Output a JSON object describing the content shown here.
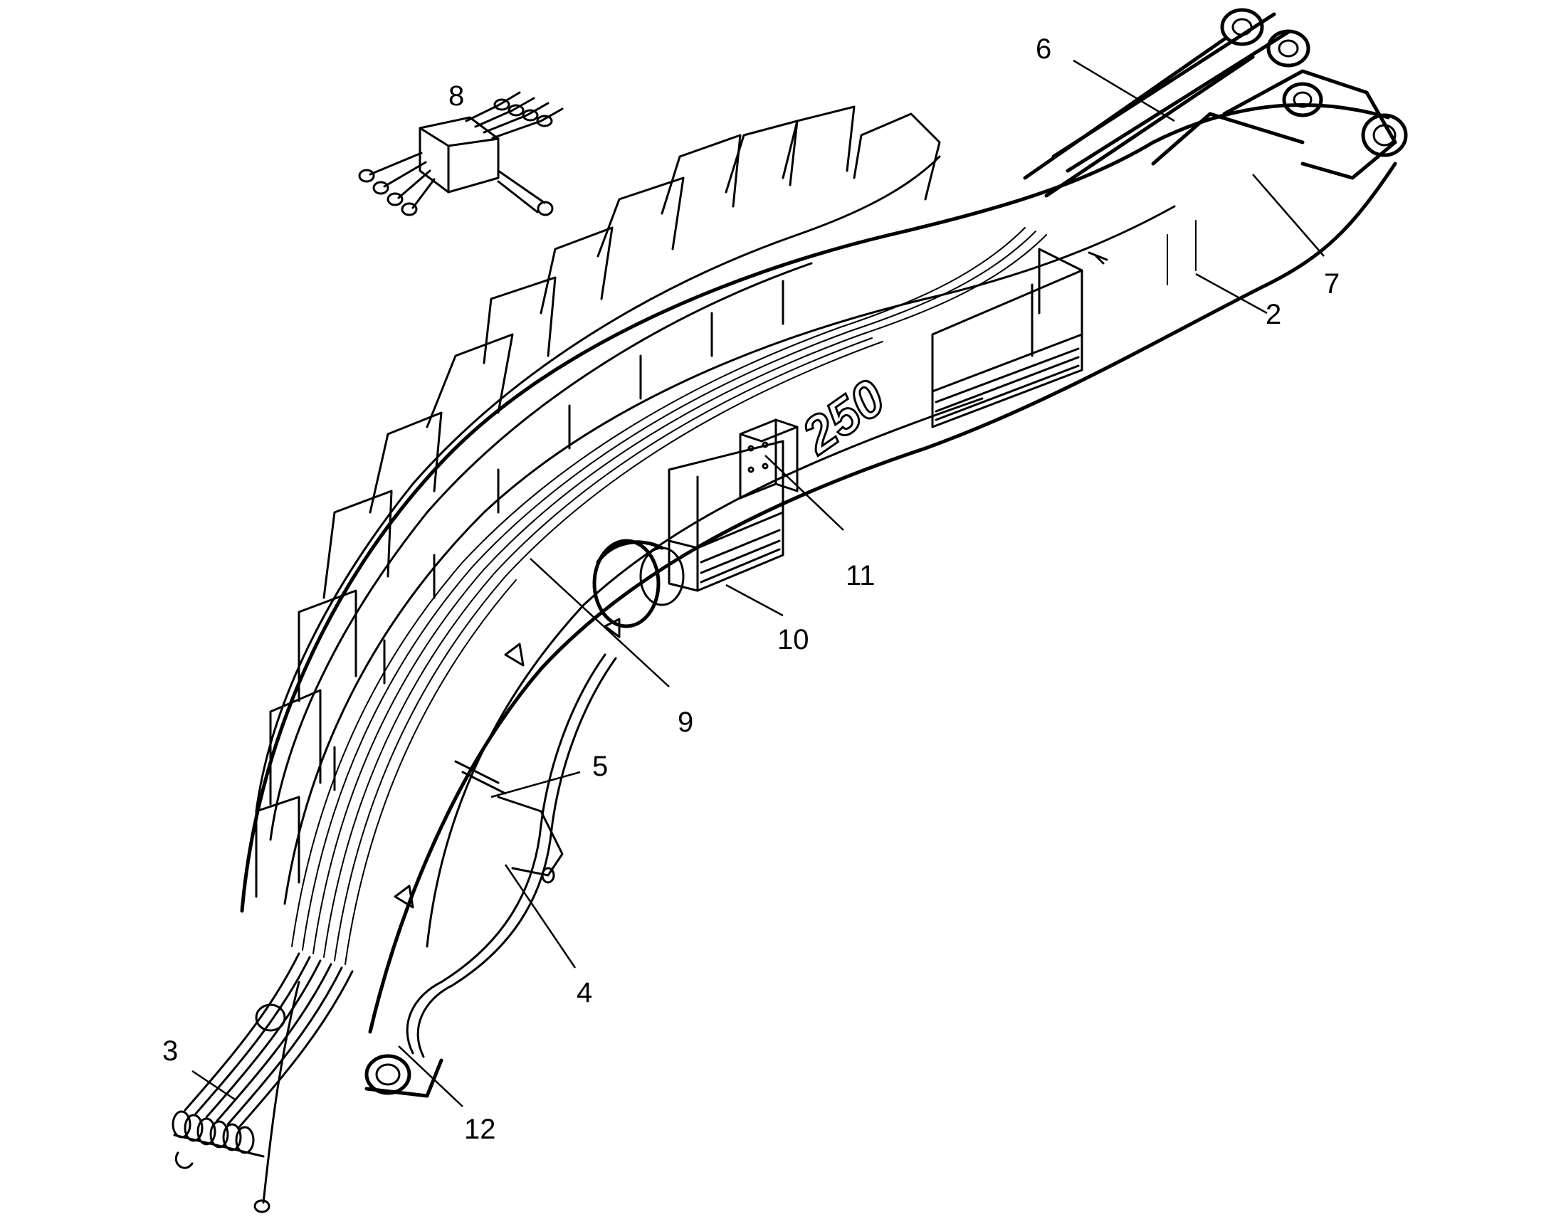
{
  "drawing": {
    "subject": "excavator boom assembly with handrails and hydraulic lines",
    "boom_marking": "250"
  },
  "callouts": [
    {
      "id": "2",
      "text": "2"
    },
    {
      "id": "3",
      "text": "3"
    },
    {
      "id": "4",
      "text": "4"
    },
    {
      "id": "5",
      "text": "5"
    },
    {
      "id": "6",
      "text": "6"
    },
    {
      "id": "7",
      "text": "7"
    },
    {
      "id": "8",
      "text": "8"
    },
    {
      "id": "9",
      "text": "9"
    },
    {
      "id": "10",
      "text": "10"
    },
    {
      "id": "11",
      "text": "11"
    },
    {
      "id": "12",
      "text": "12"
    }
  ],
  "colors": {
    "ink": "#000000",
    "background": "#ffffff"
  }
}
